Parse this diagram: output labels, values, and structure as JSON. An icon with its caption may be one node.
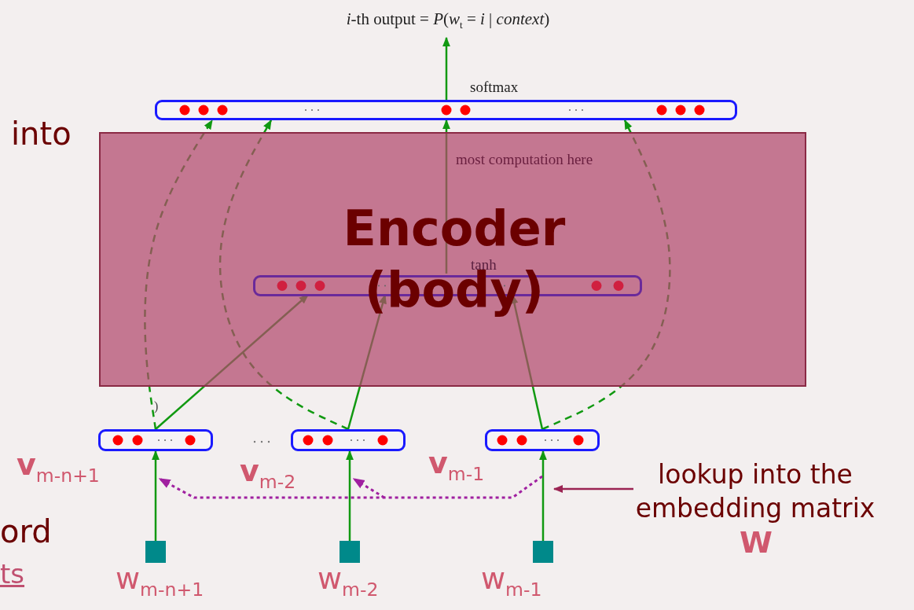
{
  "diagram": {
    "nodes": [
      {
        "text": [
          "softmax"
        ]
      },
      {
        "text": [
          "most computation here",
          "Encoder (body)"
        ]
      },
      {
        "text": [
          "tanh"
        ],
        "in": 1
      },
      {
        "text": [],
        "shape": "bar",
        "beside": [
          "**v**$_{m-n+1}$"
        ]
      },
      {
        "text": [],
        "shape": "bar",
        "beside": [
          "**v**$_{m-2}$"
        ]
      },
      {
        "text": [],
        "shape": "bar",
        "beside": [
          "**v**$_{m-1}$"
        ]
      },
      {
        "text": [],
        "shape": "box",
        "beside": [
          "w$_{m-n+1}$"
        ]
      },
      {
        "text": [],
        "shape": "box",
        "beside": [
          "w$_{m-2}$"
        ]
      },
      {
        "text": [],
        "shape": "box",
        "beside": [
          "w$_{m-1}$"
        ]
      },
      {
        "text": [
          "lookup into the embedding matrix",
          "W"
        ]
      },
      {
        "text": [
          "*i*-th output = *P*(*w*$_{t}$ = *i* | *context*)"
        ]
      }
    ],
    "edges": [
      {
        "from": 0,
        "to": 10,
        "arrow": "to"
      },
      {
        "from": 2,
        "to": 0,
        "arrow": "to"
      },
      {
        "from": 3,
        "to": 2,
        "arrow": "to"
      },
      {
        "from": 4,
        "to": 2,
        "arrow": "to"
      },
      {
        "from": 5,
        "to": 2,
        "arrow": "to"
      },
      {
        "from": 3,
        "to": 0,
        "arrow": "to",
        "style": "dashed"
      },
      {
        "from": 4,
        "to": 0,
        "arrow": "to",
        "style": "dashed"
      },
      {
        "from": 5,
        "to": 0,
        "arrow": "to",
        "style": "dashed"
      },
      {
        "from": 6,
        "to": 3,
        "arrow": "to"
      },
      {
        "from": 7,
        "to": 4,
        "arrow": "to"
      },
      {
        "from": 8,
        "to": 5,
        "arrow": "to"
      },
      {
        "from": 9,
        "to": null,
        "arrow": "to",
        "color": "#9b2453"
      }
    ],
    "labels": [
      "into",
      ")",
      "ord",
      "ts"
    ]
  }
}
